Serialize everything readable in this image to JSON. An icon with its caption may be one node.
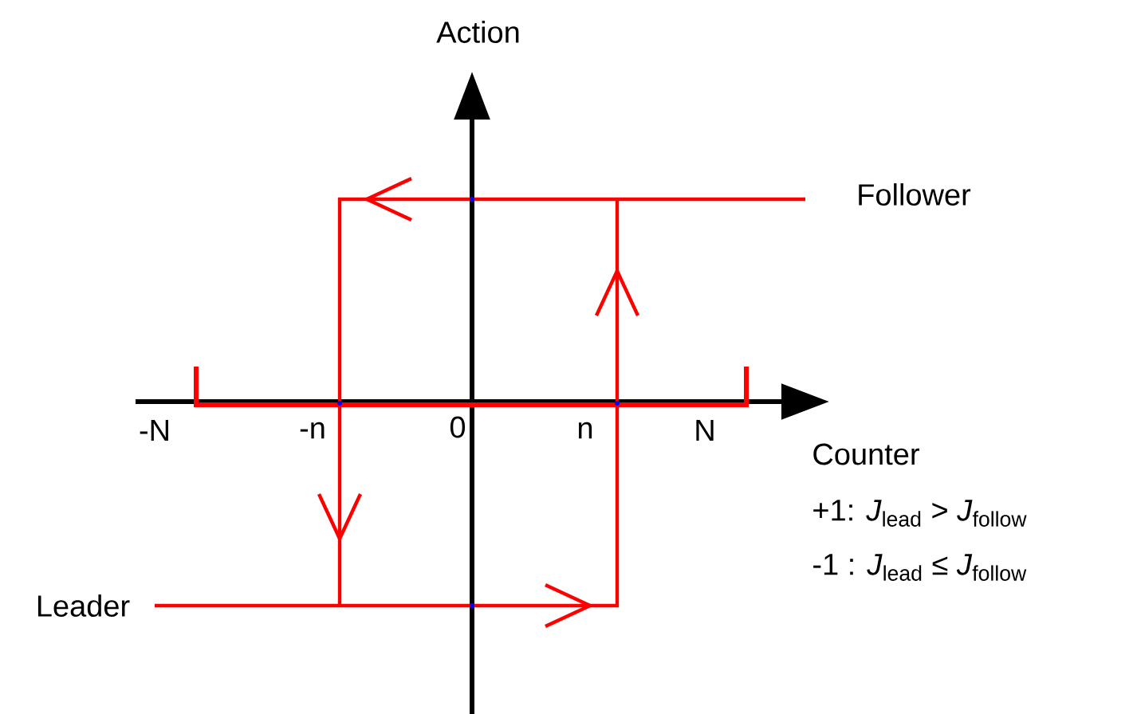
{
  "diagram": {
    "labels": [
      "Action",
      "Follower",
      "-N",
      "-n",
      "0",
      "n",
      "N",
      "Counter",
      "+1: *J*$_{lead}$ > *J*$_{follow}$",
      "-1 : *J*$_{lead}$ ≤ *J*$_{follow}$",
      "Leader"
    ]
  }
}
